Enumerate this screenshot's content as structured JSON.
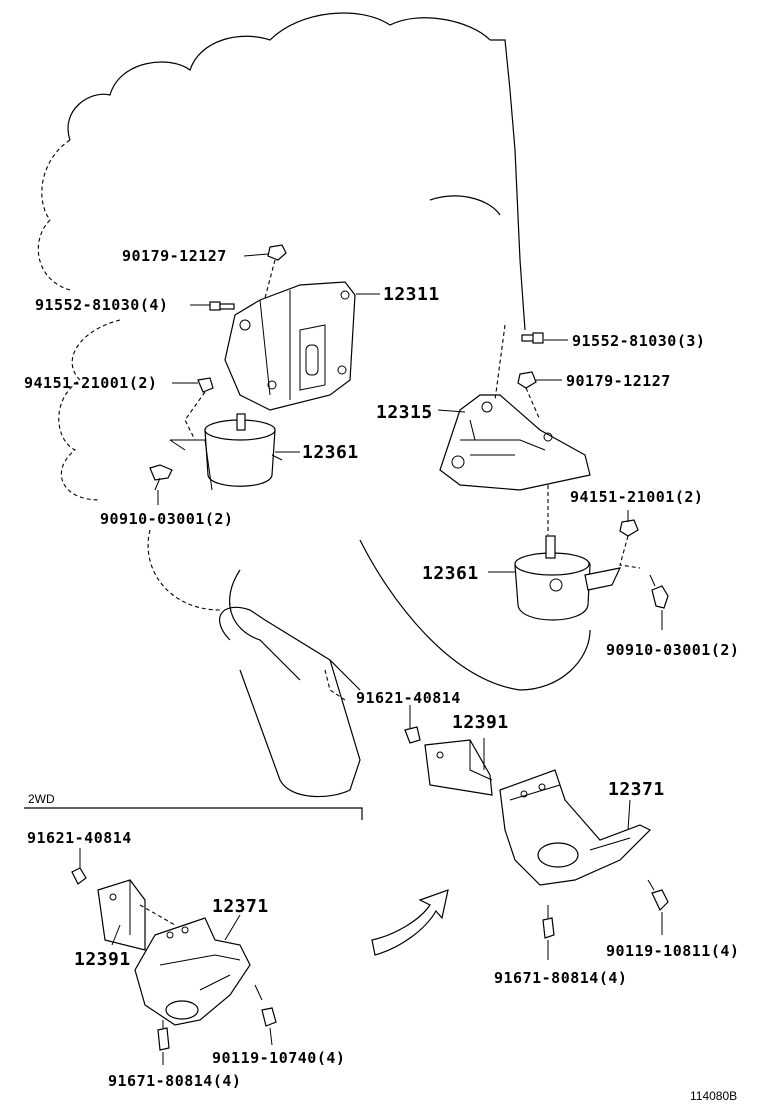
{
  "labels": {
    "bolt_top_center": "90179-12127",
    "bolt_left_a": "91552-81030(4)",
    "bracket_left": "12311",
    "nut_left": "94151-21001(2)",
    "insulator_left": "12361",
    "bolt_left_b": "90910-03001(2)",
    "bolt_right_a": "91552-81030(3)",
    "nut_right_top": "90179-12127",
    "bracket_right": "12315",
    "nut_right": "94151-21001(2)",
    "insulator_right": "12361",
    "bolt_right_b": "90910-03001(2)",
    "bolt_center": "91621-40814",
    "plate_center": "12391",
    "rear_mount_right": "12371",
    "bolt_rear_right": "90119-10811(4)",
    "bolt_rear_bottom": "91671-80814(4)",
    "section_2wd": "2WD",
    "bolt_2wd_top": "91621-40814",
    "rear_mount_2wd": "12371",
    "plate_2wd": "12391",
    "bolt_2wd_right": "90119-10740(4)",
    "bolt_2wd_bottom": "91671-80814(4)",
    "figure_id": "114080B"
  }
}
